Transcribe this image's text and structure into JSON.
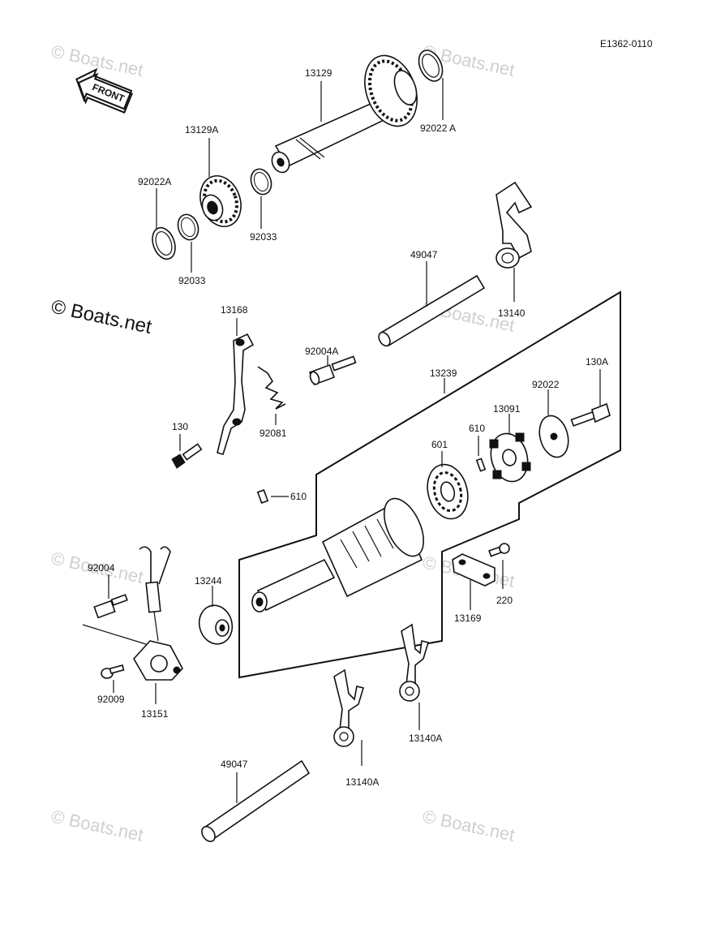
{
  "diagram_code": "E1362-0110",
  "front_label": "FRONT",
  "watermarks": {
    "main": "© Boats.net",
    "faint": "© Boats.net"
  },
  "labels": {
    "p13129": "13129",
    "p92022A_top": "92022 A",
    "p13129A": "13129A",
    "p92022A_left": "92022A",
    "p92033_right": "92033",
    "p92033_left": "92033",
    "p49047_top": "49047",
    "p13140": "13140",
    "p13168": "13168",
    "p92004A": "92004A",
    "p13239": "13239",
    "p130A": "130A",
    "p92022": "92022",
    "p13091": "13091",
    "p610_right": "610",
    "p601": "601",
    "p130": "130",
    "p92081": "92081",
    "p610_left": "610",
    "p92004": "92004",
    "p13244": "13244",
    "p220": "220",
    "p13169": "13169",
    "p92009": "92009",
    "p13151": "13151",
    "p13140A_right": "13140A",
    "p13140A_left": "13140A",
    "p49047_bottom": "49047"
  }
}
